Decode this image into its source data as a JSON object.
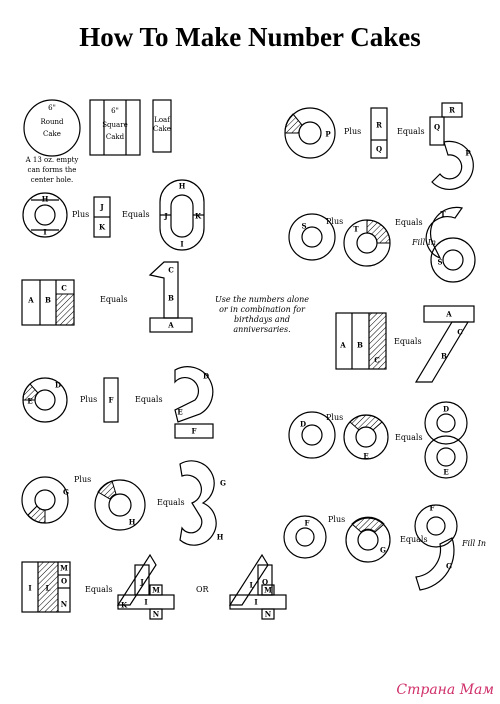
{
  "title": "How To Make Number Cakes",
  "pans": {
    "round_line1": "6\"",
    "round_line2": "Round",
    "round_line3": "Cake",
    "square_line1": "6\"",
    "square_line2": "Square",
    "square_line3": "Cakd",
    "loaf_line1": "Loaf",
    "loaf_line2": "Cake",
    "note_line1": "A 13 oz. empty",
    "note_line2": "can forms the",
    "note_line3": "center hole."
  },
  "words": {
    "plus": "Plus",
    "equals": "Equals",
    "or": "OR",
    "fill_in": "Fill In"
  },
  "center_note": [
    "Use the numbers alone",
    "or in combination for",
    "birthdays and",
    "anniversaries."
  ],
  "watermark": "Страна Мам",
  "letters": {
    "A": "A",
    "B": "B",
    "C": "C",
    "D": "D",
    "E": "E",
    "F": "F",
    "G": "G",
    "H": "H",
    "I": "I",
    "J": "J",
    "K": "K",
    "L": "L",
    "M": "M",
    "N": "N",
    "O": "O",
    "P": "P",
    "Q": "Q",
    "R": "R",
    "S": "S",
    "T": "T"
  }
}
